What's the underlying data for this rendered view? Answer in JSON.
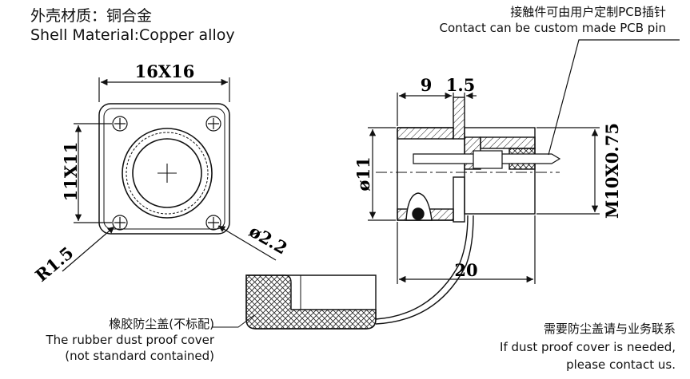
{
  "shell_material_cn": "外壳材质：铜合金",
  "shell_material_en": "Shell Material:Copper alloy",
  "contact_note_cn": "接触件可由用户定制PCB插针",
  "contact_note_en": "Contact can be custom made PCB pin",
  "dust_cover_cn": "橡胶防尘盖(不标配)",
  "dust_cover_en_1": "The rubber dust proof cover",
  "dust_cover_en_2": "(not standard contained)",
  "contact_us_cn": "需要防尘盖请与业务联系",
  "contact_us_en_1": "If dust proof cover is needed,",
  "contact_us_en_2": "please contact us.",
  "dimensions": {
    "flange_width": "16X16",
    "hole_spacing": "11X11",
    "corner_radius": "R1.5",
    "hole_diameter": "ø2.2",
    "dim_9": "9",
    "dim_1_5": "1.5",
    "body_diameter": "ø11",
    "thread": "M10X0.75",
    "length": "20"
  }
}
